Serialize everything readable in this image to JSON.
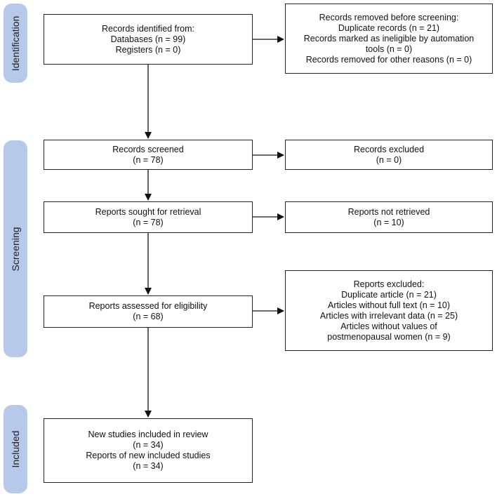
{
  "phases": {
    "identification": "Identification",
    "screening": "Screening",
    "included": "Included"
  },
  "boxes": {
    "records_identified": [
      "Records identified from:",
      "Databases (n = 99)",
      "Registers (n = 0)"
    ],
    "records_removed": [
      "Records removed before screening:",
      "Duplicate records (n = 21)",
      "Records marked as ineligible by automation",
      "tools (n = 0)",
      "Records removed for other reasons (n = 0)"
    ],
    "records_screened": [
      "Records screened",
      "(n = 78)"
    ],
    "records_excluded": [
      "Records excluded",
      "(n = 0)"
    ],
    "reports_sought": [
      "Reports sought for retrieval",
      "(n = 78)"
    ],
    "reports_not_retrieved": [
      "Reports not retrieved",
      "(n = 10)"
    ],
    "reports_assessed": [
      "Reports assessed for eligibility",
      "(n = 68)"
    ],
    "reports_excluded": [
      "Reports excluded:",
      "Duplicate article (n = 21)",
      "Articles without full text (n = 10)",
      "Articles with irrelevant data (n = 25)",
      "Articles without values of",
      "postmenopausal women (n = 9)"
    ],
    "studies_included": [
      "New studies included in review",
      "(n = 34)",
      "Reports of new included studies",
      "(n = 34)"
    ]
  }
}
